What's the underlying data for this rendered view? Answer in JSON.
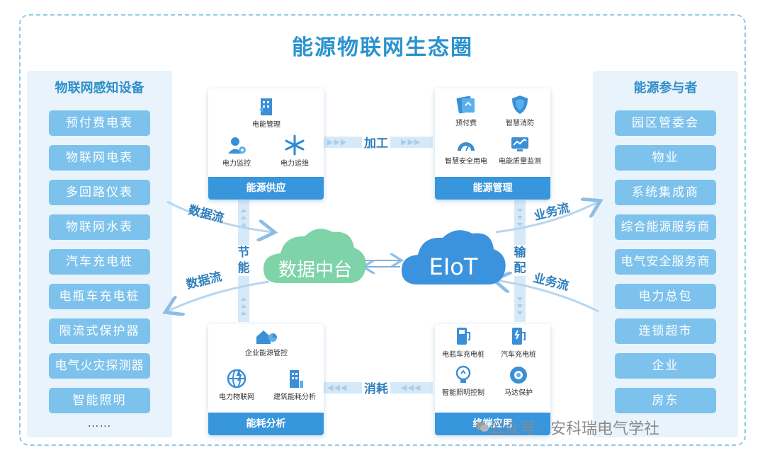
{
  "title": "能源物联网生态圈",
  "left_panel": {
    "title": "物联网感知设备",
    "items": [
      "预付费电表",
      "物联网电表",
      "多回路仪表",
      "物联网水表",
      "汽车充电桩",
      "电瓶车充电桩",
      "限流式保护器",
      "电气火灾探测器",
      "智能照明"
    ],
    "more": "……"
  },
  "right_panel": {
    "title": "能源参与者",
    "items": [
      "园区管委会",
      "物业",
      "系统集成商",
      "综合能源服务商",
      "电气安全服务商",
      "电力总包",
      "连锁超市",
      "企业",
      "房东"
    ]
  },
  "cards": {
    "supply": {
      "title": "能源供应",
      "items": [
        "电能管理",
        "电力监控",
        "电力运维"
      ],
      "icons": [
        "building-icon",
        "engineer-icon",
        "snowflake-icon"
      ]
    },
    "management": {
      "title": "能源管理",
      "items": [
        "预付费",
        "智慧消防",
        "智慧安全用电",
        "电能质量监测"
      ],
      "icons": [
        "card-icon",
        "shield-icon",
        "gauge-icon",
        "monitor-icon"
      ]
    },
    "analysis": {
      "title": "能耗分析",
      "items": [
        "企业能源管控",
        "电力物联网",
        "建筑能耗分析"
      ],
      "icons": [
        "home-chart-icon",
        "globe-icon",
        "tower-icon"
      ]
    },
    "terminal": {
      "title": "终端应用",
      "items": [
        "电瓶车充电桩",
        "汽车充电桩",
        "智能照明控制",
        "马达保护"
      ],
      "icons": [
        "ev-charger-icon",
        "car-charger-icon",
        "bulb-icon",
        "motor-icon"
      ]
    }
  },
  "flows": {
    "top": "加工",
    "bottom": "消耗",
    "left_vertical": "节能",
    "right_vertical": "输配",
    "data_in": "数据流",
    "data_out": "数据流",
    "biz_out": "业务流",
    "biz_in": "业务流"
  },
  "center": {
    "data_platform": "数据中台",
    "eiot": "EIoT"
  },
  "watermark": "公众号 · 安科瑞电气学社",
  "colors": {
    "title": "#2a93cf",
    "pill": "#7dc2ec",
    "panel": "#e9f3fb",
    "card_footer": "#3796dc",
    "green_cloud": "#7fd3a8",
    "blue_cloud": "#3a93dc"
  }
}
